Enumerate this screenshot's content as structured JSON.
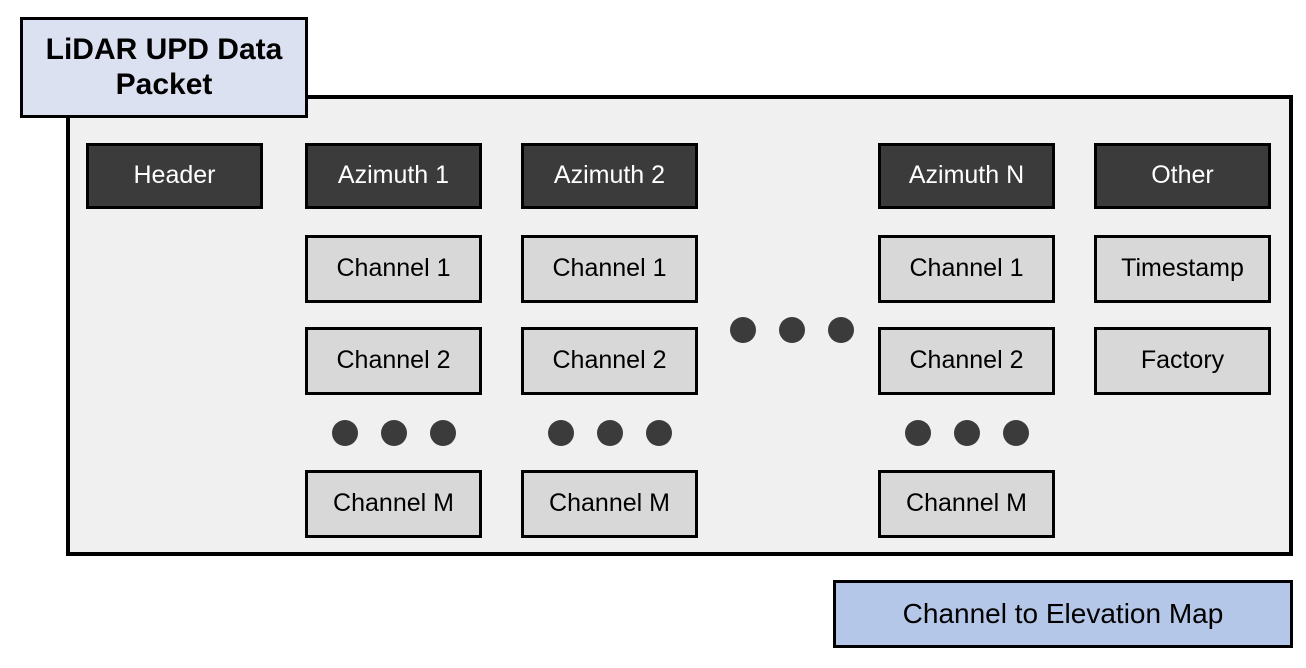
{
  "diagram": {
    "title_box": {
      "label": "LiDAR UPD Data Packet",
      "fill": "#dce1f2",
      "border": "#000000"
    },
    "container": {
      "fill": "#f0f0f0",
      "border": "#000000"
    },
    "legend_box": {
      "label": "Channel to Elevation Map",
      "fill": "#b5c7e8",
      "border": "#000000"
    },
    "colors": {
      "header_fill": "#3b3b3b",
      "header_text": "#ffffff",
      "channel_fill": "#d8d8d8",
      "channel_text": "#000000",
      "dot_fill": "#3b3b3b"
    },
    "columns": [
      {
        "name": "header-column",
        "head": "Header",
        "items": [],
        "has_vertical_ellipsis": false
      },
      {
        "name": "azimuth-1-column",
        "head": "Azimuth 1",
        "items": [
          "Channel 1",
          "Channel 2",
          "Channel M"
        ],
        "has_vertical_ellipsis": true
      },
      {
        "name": "azimuth-2-column",
        "head": "Azimuth 2",
        "items": [
          "Channel 1",
          "Channel 2",
          "Channel M"
        ],
        "has_vertical_ellipsis": true
      },
      {
        "name": "azimuth-n-column",
        "head": "Azimuth N",
        "items": [
          "Channel 1",
          "Channel 2",
          "Channel M"
        ],
        "has_vertical_ellipsis": true
      },
      {
        "name": "other-column",
        "head": "Other",
        "items": [
          "Timestamp",
          "Factory"
        ],
        "has_vertical_ellipsis": false
      }
    ],
    "ellipsis_between_columns": {
      "label": "horizontal-ellipsis",
      "dot_count": 3
    },
    "ellipsis_dot_count": 3
  }
}
